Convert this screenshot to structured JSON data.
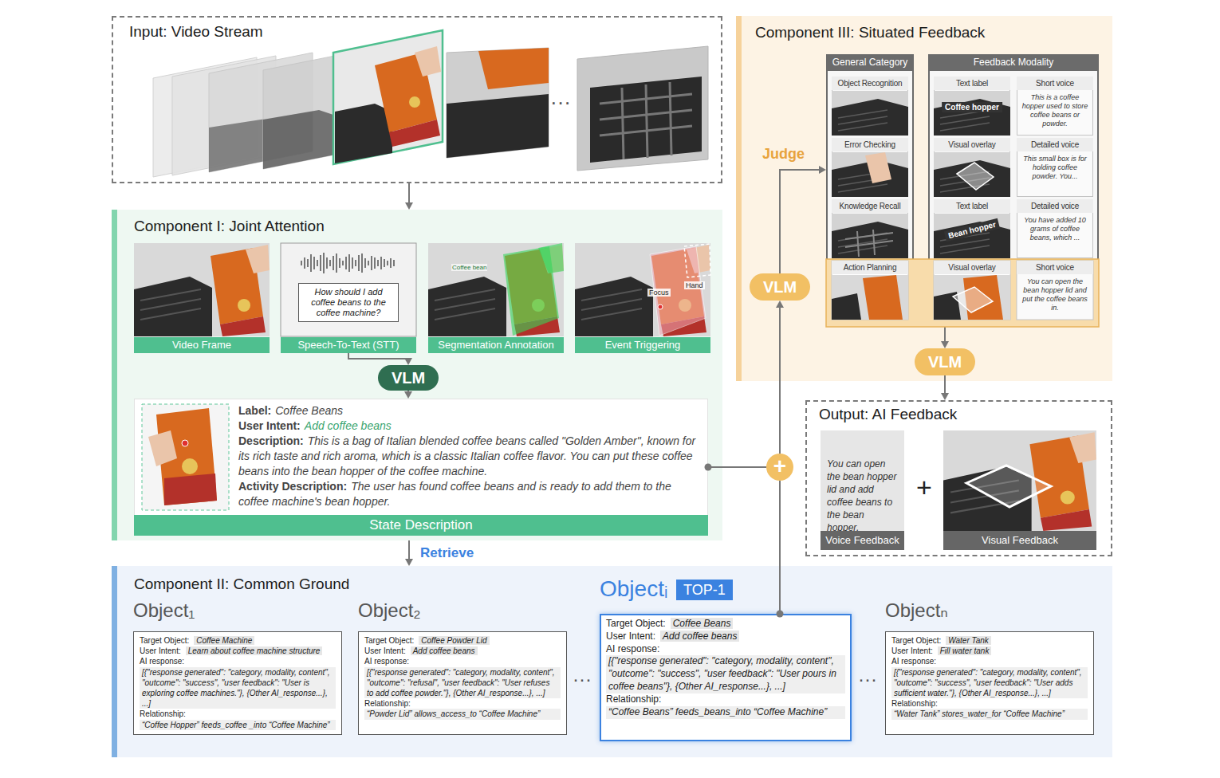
{
  "diagram": {
    "nodes": [
      {
        "text": [
          "Input: Video Stream"
        ]
      },
      {
        "text": [
          "Component I: Joint Attention"
        ]
      },
      {
        "text": [
          "Video Frame"
        ],
        "in": 1
      },
      {
        "text": [
          "How should I add coffee beans to the coffee machine?",
          "Speech-To-Text (STT)"
        ],
        "in": 1
      },
      {
        "text": [
          "Segmentation Annotation"
        ],
        "in": 1
      },
      {
        "text": [
          "Event Triggering"
        ],
        "in": 1
      },
      {
        "text": [
          "VLM"
        ],
        "in": 1
      },
      {
        "text": [
          "Label:",
          "Coffee Beans",
          "User Intent:",
          "Add coffee beans",
          "Description:",
          "This is a bag of Italian blended coffee beans called \"Golden Amber\", known for its rich taste and rich aroma, which is a classic Italian coffee flavor. You can put these coffee beans into the bean hopper of the coffee machine.",
          "Activity Description:",
          "The user has found coffee beans and is ready to add them to the coffee machine's bean hopper.",
          "State Description"
        ],
        "in": 1
      },
      {
        "text": [
          "Component III: Situated Feedback"
        ]
      },
      {
        "text": [
          "General Category"
        ],
        "in": 8
      },
      {
        "text": [
          "Object Recognition"
        ],
        "in": 9
      },
      {
        "text": [
          "Error Checking"
        ],
        "in": 9
      },
      {
        "text": [
          "Knowledge Recall"
        ],
        "in": 9
      },
      {
        "text": [
          "Action Planning"
        ],
        "in": 9
      },
      {
        "text": [
          "Feedback Modality"
        ],
        "in": 8
      },
      {
        "text": [
          "Text label",
          "Coffee hopper"
        ],
        "in": 14
      },
      {
        "text": [
          "Short voice",
          "This is a coffee hopper used to store coffee beans or powder."
        ],
        "in": 14
      },
      {
        "text": [
          "Visual overlay"
        ],
        "in": 14
      },
      {
        "text": [
          "Detailed voice",
          "This small box is for holding coffee powder. You..."
        ],
        "in": 14
      },
      {
        "text": [
          "Text label",
          "Bean hopper"
        ],
        "in": 14
      },
      {
        "text": [
          "Detailed voice",
          "You have added 10 grams of coffee beans, which ..."
        ],
        "in": 14
      },
      {
        "text": [
          "Visual overlay"
        ],
        "in": 14
      },
      {
        "text": [
          "Short voice",
          "You can open the bean hopper lid and put the coffee beans in."
        ],
        "in": 14
      },
      {
        "text": [
          "VLM"
        ]
      },
      {
        "text": [
          "+"
        ]
      },
      {
        "text": [
          "VLM"
        ]
      },
      {
        "text": [
          "Output: AI Feedback"
        ]
      },
      {
        "text": [
          "You can open the bean hopper lid and add coffee beans to the bean hopper.",
          "Voice Feedback"
        ],
        "in": 26
      },
      {
        "text": [
          "Visual Feedback"
        ],
        "in": 26
      },
      {
        "text": [
          "Component II: Common Ground"
        ]
      },
      {
        "text": [
          "Object₁",
          "Target Object:",
          "Coffee Machine",
          "User Intent:",
          "Learn about coffee machine structure",
          "AI response:",
          "[{\"response generated\": \"category, modality, content\", \"outcome\": \"success\", \"user feedback\": \"User is exploring coffee machines.\"}, {Other AI_response...}, ...]",
          "Relationship:",
          "“Coffee Hopper” feeds_coffee _into “Coffee Machine”"
        ],
        "in": 29
      },
      {
        "text": [
          "Object₂",
          "Target Object:",
          "Coffee Powder Lid",
          "User Intent:",
          "Add coffee beans",
          "AI response:",
          "[{\"response generated\": \"category, modality, content\", \"outcome\": \"refusal\", \"user feedback\": \"User refuses to add coffee powder.\"}, {Other AI_response...}, ...]",
          "Relationship:",
          "“Powder Lid” allows_access_to “Coffee Machine”"
        ],
        "in": 29
      },
      {
        "text": [
          "Objectᵢ",
          "TOP-1",
          "Target Object:",
          "Coffee Beans",
          "User Intent:",
          "Add coffee beans",
          "AI response:",
          "[{\"response generated\": \"category, modality, content\", \"outcome\": \"success\", \"user feedback\": \"User pours in coffee beans\"}, {Other AI_response...}, ...]",
          "Relationship:",
          "“Coffee Beans” feeds_beans_into “Coffee Machine”"
        ],
        "in": 29
      },
      {
        "text": [
          "Objectₙ",
          "Target Object:",
          "Water Tank",
          "User Intent:",
          "Fill water tank",
          "AI response:",
          "[{\"response generated\": \"category, modality, content\", \"outcome\": \"success\", \"user feedback\": \"User adds sufficient water.\"}, {Other AI_response...}, ...]",
          "Relationship:",
          "“Water Tank” stores_water_for “Coffee Machine”"
        ],
        "in": 29
      }
    ],
    "edges": [
      {
        "from": 0,
        "to": 1,
        "arrow": "to"
      },
      {
        "from": 3,
        "to": 6,
        "arrow": "to"
      },
      {
        "from": 6,
        "to": 7,
        "arrow": "to"
      },
      {
        "from": 7,
        "to": 24,
        "arrow": "none"
      },
      {
        "from": 1,
        "to": 29,
        "label": "Retrieve",
        "arrow": "to"
      },
      {
        "from": 32,
        "to": 24,
        "arrow": "none"
      },
      {
        "from": 24,
        "to": 23,
        "arrow": "to"
      },
      {
        "from": 23,
        "to": 9,
        "label": "Judge",
        "arrow": "to"
      },
      {
        "from": 14,
        "to": 25,
        "arrow": "to"
      },
      {
        "from": 25,
        "to": 26,
        "arrow": "to"
      }
    ],
    "labels": [
      "···",
      "Coffee bean",
      "Focus",
      "Hand",
      "···",
      "···",
      "+"
    ]
  }
}
